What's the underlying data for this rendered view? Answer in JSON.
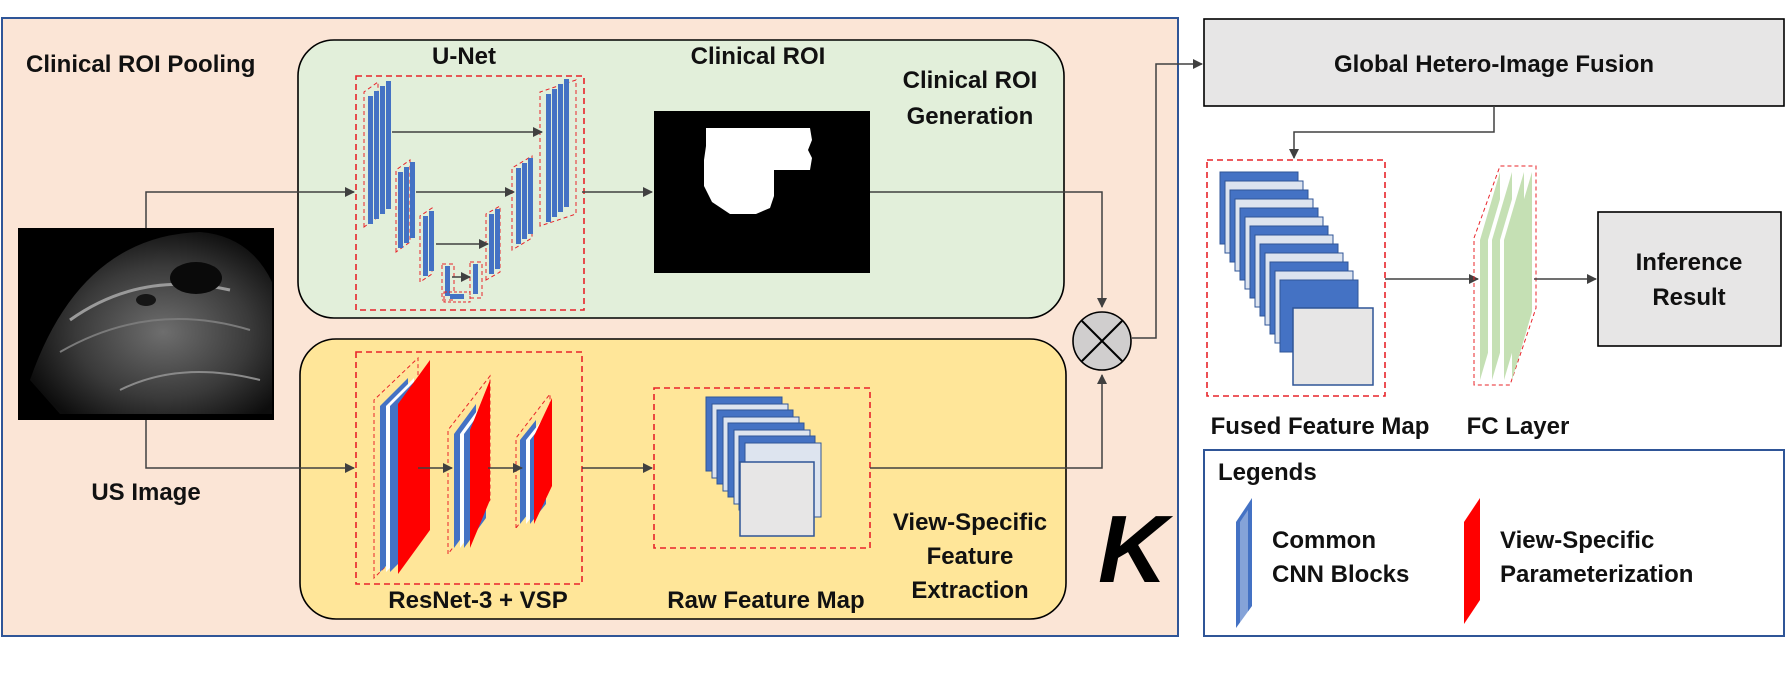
{
  "colors": {
    "panel_bg": "#fbe5d6",
    "panel_border": "#2f5597",
    "roi_bg": "#e2efda",
    "feat_bg": "#ffe699",
    "fusion_bg": "#e7e6e6",
    "common_cnn": "#4472c4",
    "view_specific": "#ff0000",
    "fc_layer": "#c5e0b4",
    "dash": "#e8242a"
  },
  "panel": {
    "title": "Clinical ROI Pooling",
    "repeat_symbol": "K"
  },
  "roi_generation": {
    "unet_label": "U-Net",
    "roi_label": "Clinical ROI",
    "title_line1": "Clinical ROI",
    "title_line2": "Generation"
  },
  "feature_extraction": {
    "backbone_label": "ResNet-3 + VSP",
    "raw_map_label": "Raw Feature Map",
    "title_line1": "View-Specific",
    "title_line2": "Feature",
    "title_line3": "Extraction"
  },
  "input": {
    "label": "US Image"
  },
  "fusion": {
    "title": "Global Hetero-Image Fusion",
    "fused_map_label": "Fused Feature Map",
    "fc_label": "FC Layer",
    "result_line1": "Inference",
    "result_line2": "Result"
  },
  "legend": {
    "title": "Legends",
    "common_line1": "Common",
    "common_line2": "CNN Blocks",
    "specific_line1": "View-Specific",
    "specific_line2": "Parameterization"
  },
  "icons": {
    "multiply": "circled-times-icon",
    "common_block": "blue-block-icon",
    "specific_block": "red-block-icon"
  }
}
